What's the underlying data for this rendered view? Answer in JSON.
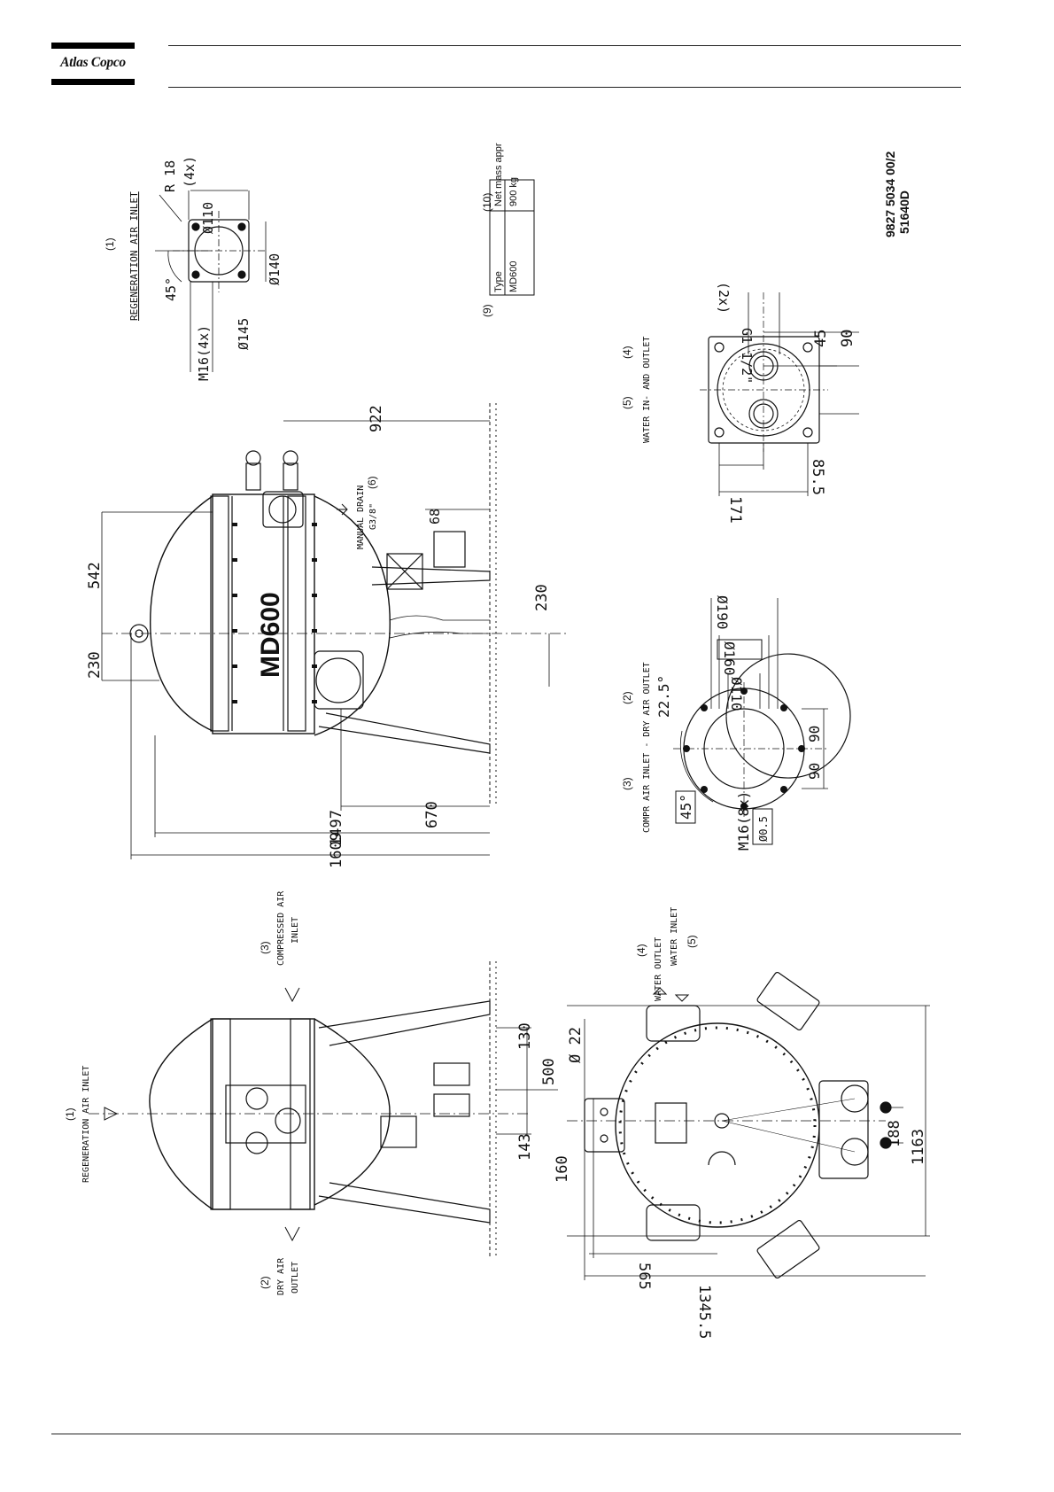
{
  "header": {
    "brand": "Atlas Copco"
  },
  "document_ref": {
    "number": "9827 5034 00/2",
    "drawing": "51640D"
  },
  "mass_table": {
    "col_markers": [
      "(9)",
      "(10)"
    ],
    "headers": [
      "Type",
      "Net mass appr"
    ],
    "row": [
      "MD600",
      "900 kg"
    ]
  },
  "views": {
    "regen_flange": {
      "marker": "(1)",
      "title": "REGENERATION AIR INLET",
      "dims": [
        "R 18",
        "(4x)",
        "Ø110",
        "Ø140",
        "45°",
        "M16(4x)",
        "Ø145"
      ]
    },
    "side_view": {
      "product_label": "MD600",
      "drain_label": "MANUAL DRAIN",
      "drain_size": "G3/8\"",
      "drain_marker": "(6)",
      "dims": [
        "922",
        "542",
        "230",
        "68",
        "230",
        "670",
        "1497",
        "1609"
      ]
    },
    "water_flange": {
      "markers": [
        "(5)",
        "(4)"
      ],
      "title": "WATER IN- AND OUTLET",
      "dims": [
        "G1 1/2\"",
        "(2x)",
        "45",
        "90",
        "85.5",
        "171"
      ]
    },
    "air_flange": {
      "markers": [
        "(3)",
        "(2)"
      ],
      "title": "COMPR AIR INLET - DRY AIR OUTLET",
      "dims": [
        "Ø190",
        "Ø160",
        "Ø110",
        "22.5°",
        "90",
        "90",
        "45°",
        "M16(8x)",
        "Ø0.5"
      ]
    },
    "front_view": {
      "callouts": [
        {
          "marker": "(1)",
          "text": "REGENERATION AIR INLET"
        },
        {
          "marker": "(3)",
          "text": "COMPRESSED AIR",
          "text2": "INLET"
        },
        {
          "marker": "(2)",
          "text": "DRY AIR",
          "text2": "OUTLET"
        }
      ],
      "dims": [
        "130",
        "500",
        "143"
      ]
    },
    "top_view": {
      "callouts": [
        {
          "marker": "(4)",
          "text": "WATER OUTLET"
        },
        {
          "marker": "(5)",
          "text": "WATER INLET"
        }
      ],
      "dims": [
        "Ø 22",
        "160",
        "188",
        "1163",
        "565",
        "1345.5"
      ]
    }
  }
}
